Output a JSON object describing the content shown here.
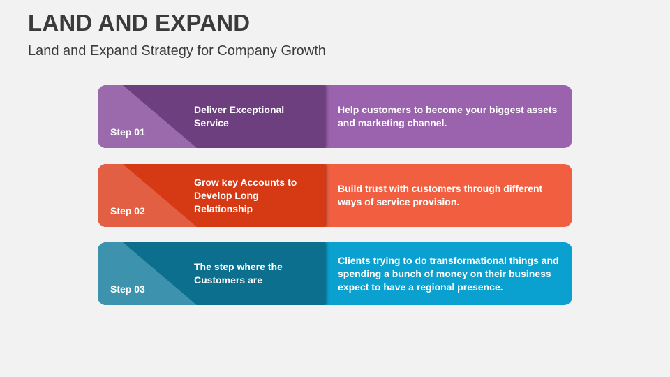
{
  "header": {
    "title": "LAND AND EXPAND",
    "subtitle": "Land and Expand Strategy for Company Growth"
  },
  "steps": [
    {
      "step": "Step 01",
      "heading": "Deliver Exceptional Service",
      "description": "Help customers to become your biggest assets and marketing channel.",
      "colors": {
        "dark": "#6e3f7f",
        "light": "#9a6aac",
        "right": "#9b63ae"
      }
    },
    {
      "step": "Step 02",
      "heading": "Grow key Accounts to Develop Long Relationship",
      "description": "Build trust with customers through different ways of service provision.",
      "colors": {
        "dark": "#d63a14",
        "light": "#e25f44",
        "right": "#f25f40"
      }
    },
    {
      "step": "Step 03",
      "heading": "The step where the Customers are",
      "description": "Clients trying to do transformational things and spending a bunch of money on their business expect to have a regional presence.",
      "colors": {
        "dark": "#0b6f8d",
        "light": "#3d93ae",
        "right": "#0aa0cf"
      }
    }
  ]
}
